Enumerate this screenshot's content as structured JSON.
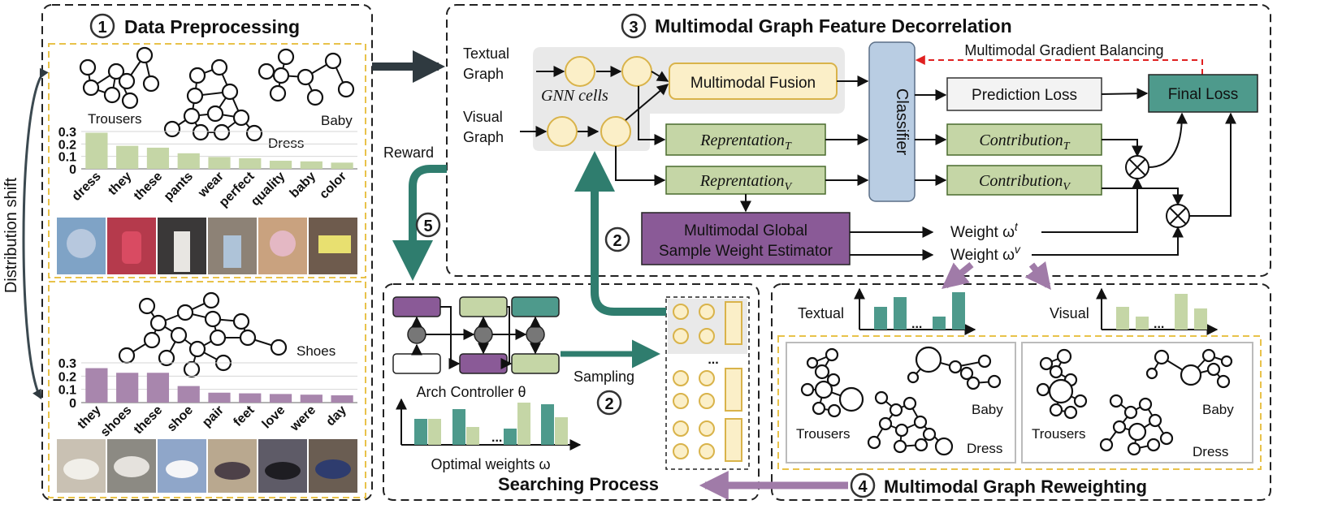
{
  "panels": {
    "p1_title": "Data Preprocessing",
    "p1_num": "1",
    "p3_title": "Multimodal Graph Feature Decorrelation",
    "p3_num": "3",
    "p4_title": "Multimodal Graph Reweighting",
    "p4_num": "4",
    "searching_title": "Searching Process",
    "step5_num": "5",
    "step2_num": "2"
  },
  "left": {
    "distribution_shift": "Distribution shift",
    "graph_labels_top": [
      "Trousers",
      "Dress",
      "Baby"
    ],
    "graph_label_bottom": "Shoes",
    "top_chart": {
      "yticks": [
        "0.3",
        "0.2",
        "0.1",
        "0"
      ],
      "words": [
        "dress",
        "they",
        "these",
        "pants",
        "wear",
        "perfect",
        "quality",
        "baby",
        "color"
      ],
      "values": [
        0.29,
        0.185,
        0.17,
        0.125,
        0.095,
        0.085,
        0.065,
        0.06,
        0.05
      ],
      "color": "#c5d6a6"
    },
    "bottom_chart": {
      "yticks": [
        "0.3",
        "0.2",
        "0.1",
        "0"
      ],
      "words": [
        "they",
        "shoes",
        "these",
        "shoe",
        "pair",
        "feet",
        "love",
        "were",
        "day"
      ],
      "values": [
        0.26,
        0.225,
        0.225,
        0.125,
        0.075,
        0.07,
        0.065,
        0.06,
        0.055
      ],
      "color": "#a886ad"
    }
  },
  "feature": {
    "textual_graph": [
      "Textual",
      "Graph"
    ],
    "visual_graph": [
      "Visual",
      "Graph"
    ],
    "gnn_cells": "GNN cells",
    "multimodal_fusion": "Multimodal Fusion",
    "classifier": "Classifier",
    "gradient_balancing": "Multimodal Gradient Balancing",
    "prediction_loss": "Prediction Loss",
    "final_loss": "Final Loss",
    "rep_t": "Reprentation",
    "rep_t_sub": "T",
    "rep_v": "Reprentation",
    "rep_v_sub": "V",
    "contrib_t": "Contribution",
    "contrib_t_sub": "T",
    "contrib_v": "Contribution",
    "contrib_v_sub": "V",
    "estimator": [
      "Multimodal Global",
      "Sample Weight Estimator"
    ],
    "weight_t": "Weight ω",
    "weight_t_sup": "t",
    "weight_v": "Weight ω",
    "weight_v_sup": "v",
    "reward": "Reward"
  },
  "search": {
    "arch_controller": "Arch Controller θ",
    "optimal_weights": "Optimal weights ω",
    "sampling": "Sampling",
    "ellipsis": "..."
  },
  "reweight": {
    "textual": "Textual",
    "visual": "Visual",
    "left_labels": [
      "Trousers",
      "Baby",
      "Dress"
    ],
    "right_labels": [
      "Trousers",
      "Baby",
      "Dress"
    ]
  },
  "colors": {
    "teal": "#2f7d6e",
    "teal_light": "#4e9a8c",
    "green_box": "#c5d6a6",
    "purple": "#a07ba8",
    "purple_dark": "#8a5a97",
    "yellow_cell": "#fbefc8",
    "classifier_blue": "#b9cde3",
    "final_loss": "#4e9a8c",
    "dash_yellow": "#e8c24a",
    "red_dash": "#e02020"
  }
}
